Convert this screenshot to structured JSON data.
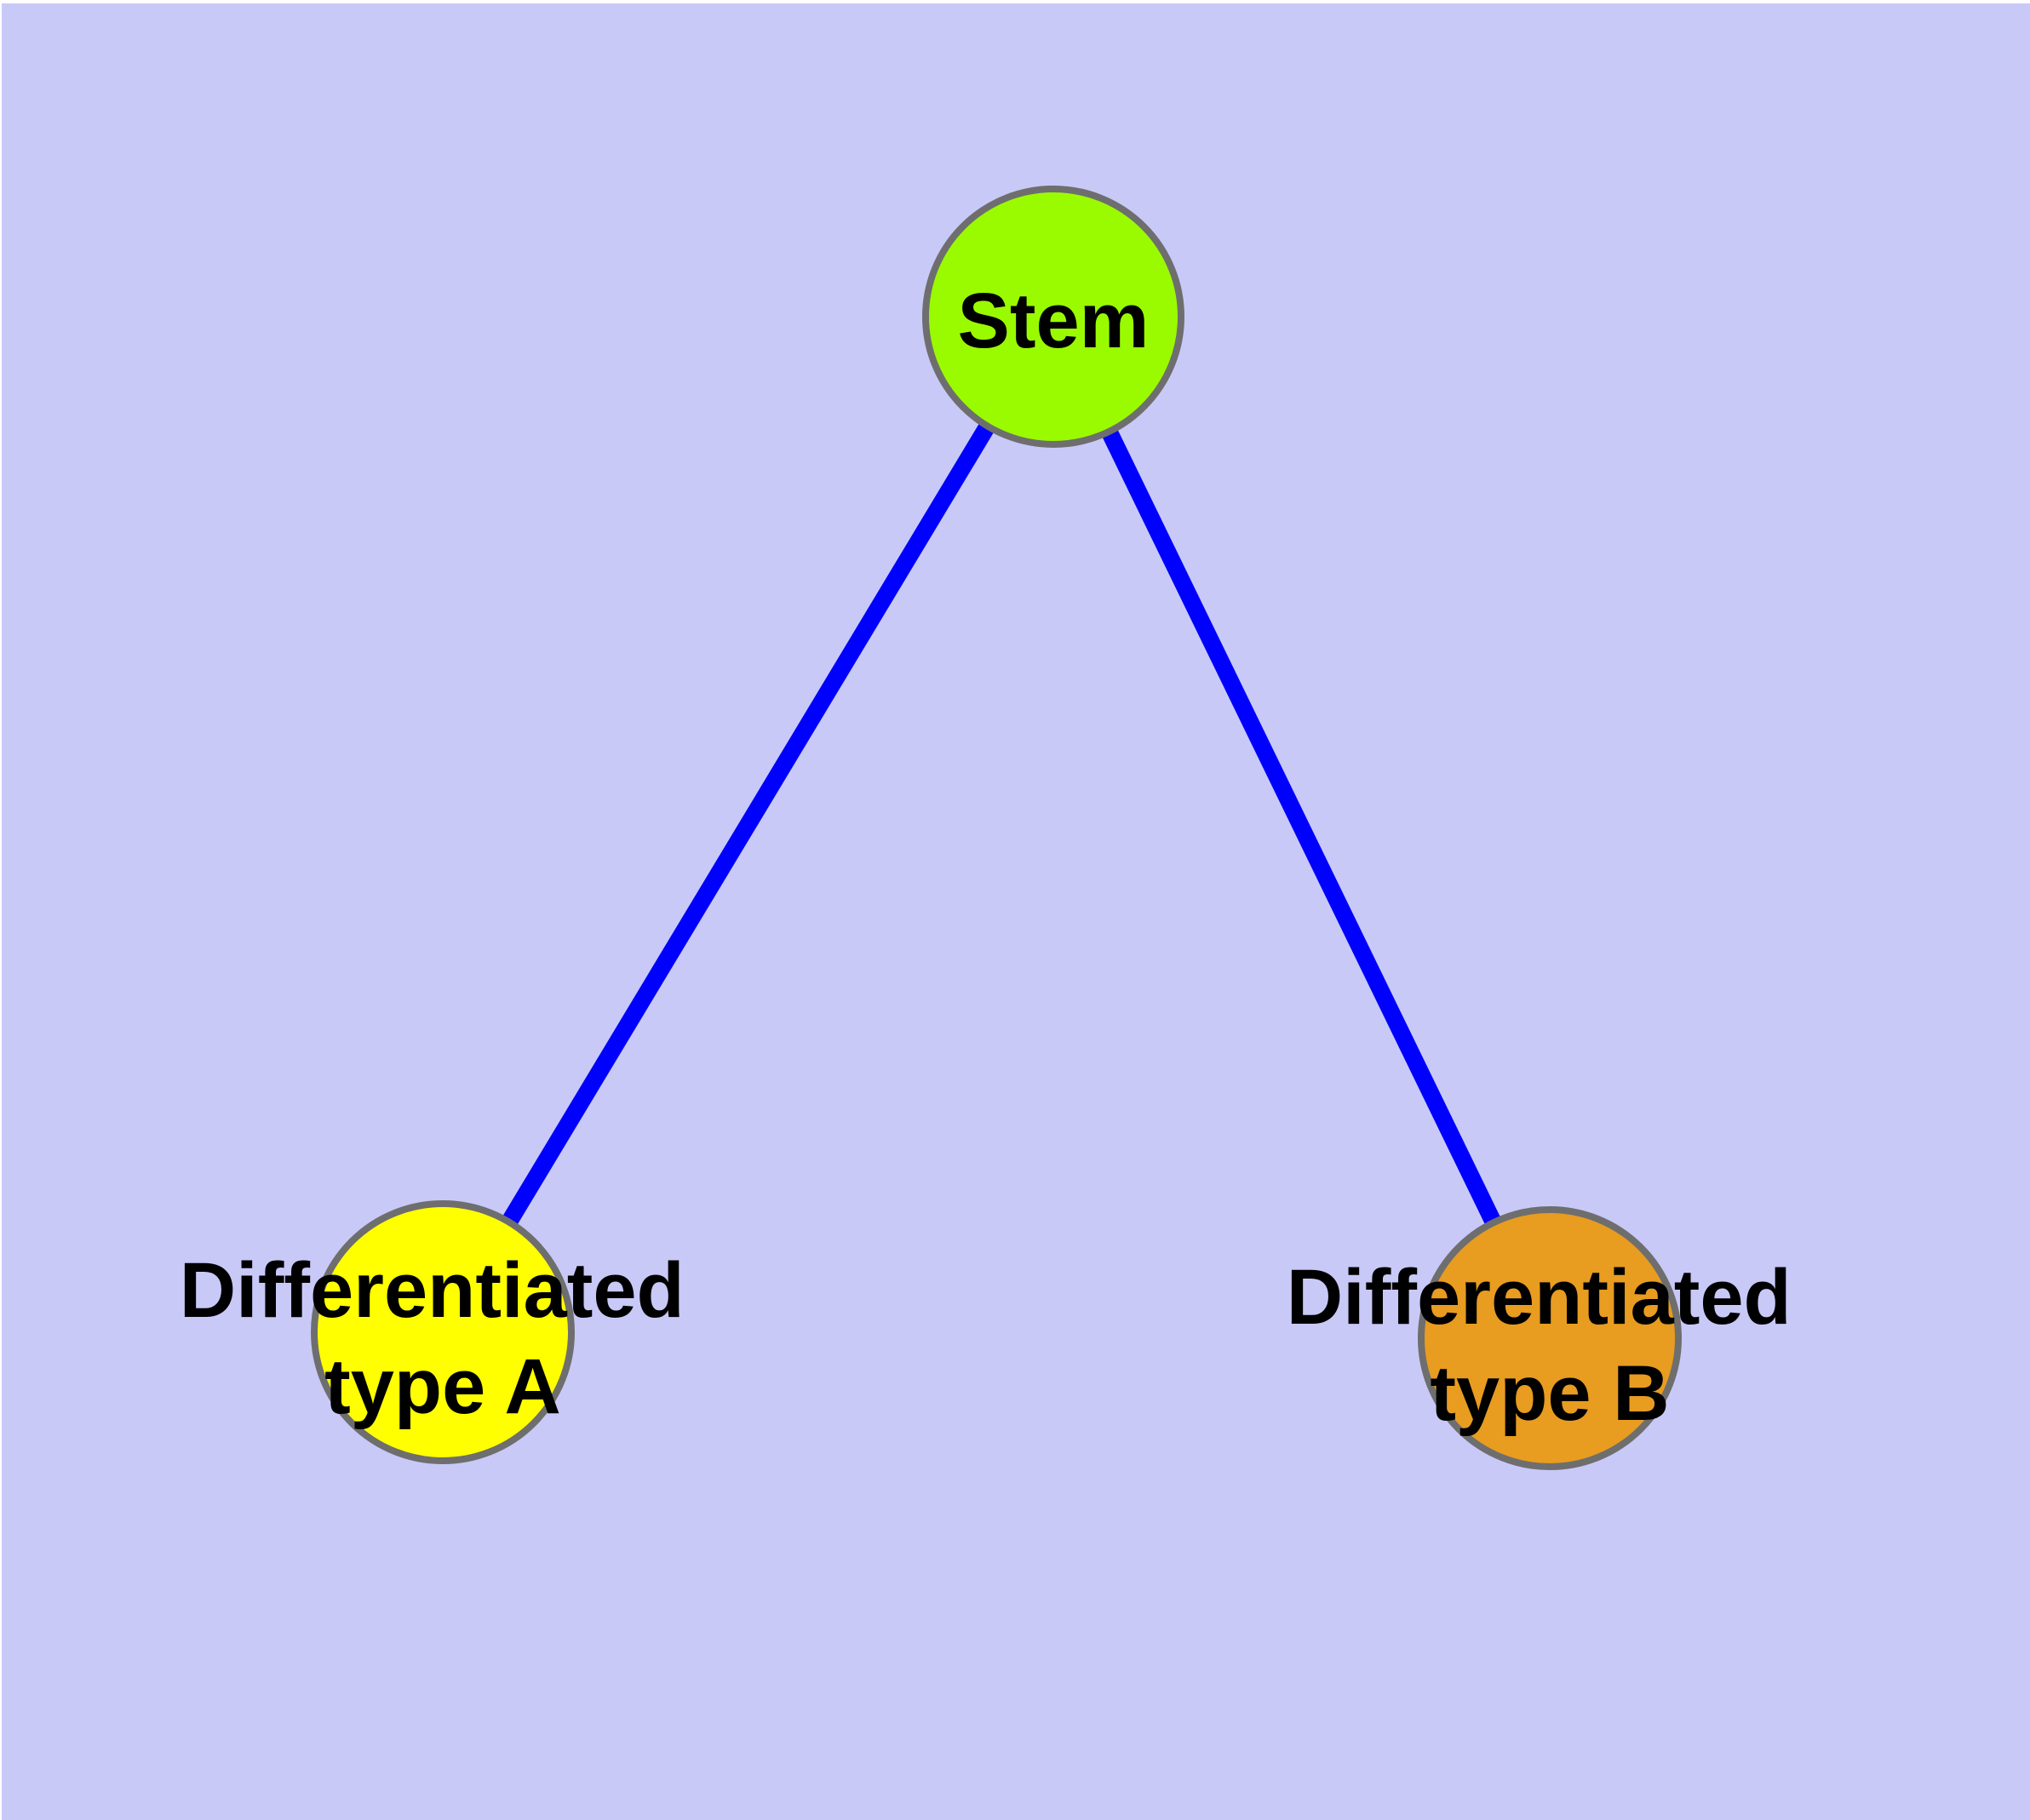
{
  "figure": {
    "type": "graph-diagram",
    "background_color": "#C9C9F8",
    "margin_color": "#FFFFFF"
  },
  "styles": {
    "node_border_color": "#6E6E6E",
    "label_color": "#000000",
    "edge_color": "#0000FF"
  },
  "nodes": {
    "stem": {
      "label": "Stem",
      "fill": "#9AFB00"
    },
    "typeA": {
      "label_lines": [
        "Differentiated",
        "type A"
      ],
      "fill": "#FFFF00"
    },
    "typeB": {
      "label_lines": [
        "Differentiated",
        "type B"
      ],
      "fill": "#E89C20"
    }
  },
  "edges": [
    {
      "from": "Stem",
      "to": "Differentiated type A",
      "color": "#0000FF"
    },
    {
      "from": "Stem",
      "to": "Differentiated type B",
      "color": "#0000FF"
    }
  ]
}
